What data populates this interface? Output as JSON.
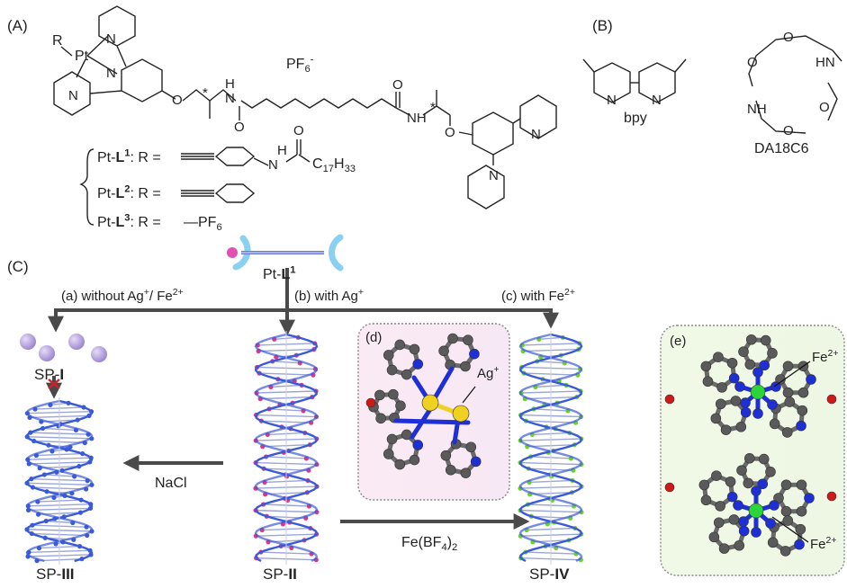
{
  "panels": {
    "a": "(A)",
    "b": "(B)",
    "c": "(C)"
  },
  "structure": {
    "metal": "Pt",
    "r_group": "R",
    "counterion": "PF",
    "counterion_sub": "6",
    "counterion_sup": "-",
    "atom_n": "N",
    "atom_o": "O",
    "atom_h": "H",
    "stereo_mark": "*",
    "amide_nh": "NH",
    "variants": [
      {
        "name": "Pt-",
        "ligand": "L",
        "index": "1",
        "r_eq": ": R =",
        "tail_pre": "C",
        "tail_sub1": "17",
        "tail_mid": "H",
        "tail_sub2": "33"
      },
      {
        "name": "Pt-",
        "ligand": "L",
        "index": "2",
        "r_eq": ": R ="
      },
      {
        "name": "Pt-",
        "ligand": "L",
        "index": "3",
        "r_eq": ": R =",
        "tail_pre": "—PF",
        "tail_sub1": "6"
      }
    ]
  },
  "reagents": {
    "bpy": "bpy",
    "crown": "DA18C6",
    "crown_nh": "NH",
    "crown_hn": "HN",
    "crown_o": "O"
  },
  "scheme": {
    "monomer": {
      "pre": "Pt-",
      "bold": "L",
      "sup": "1"
    },
    "routes": [
      {
        "label": "(a) without Ag",
        "sup1": "+",
        "mid": "/ Fe",
        "sup2": "2+"
      },
      {
        "label": "(b) with Ag",
        "sup1": "+"
      },
      {
        "label": "(c) with Fe",
        "sup1": "2+"
      }
    ],
    "products": {
      "sp1": {
        "pre": "SP-",
        "bold": "I"
      },
      "sp2": {
        "pre": "SP-",
        "bold": "II"
      },
      "sp3": {
        "pre": "SP-",
        "bold": "III"
      },
      "sp4": {
        "pre": "SP-",
        "bold": "IV"
      }
    },
    "reagent_nacl": "NaCl",
    "reagent_fe": {
      "pre": "Fe(BF",
      "sub": "4",
      "post": ")",
      "sub2": "2"
    },
    "inset_d": {
      "tag": "(d)",
      "ion": "Ag",
      "ion_sup": "+"
    },
    "inset_e": {
      "tag": "(e)",
      "ion": "Fe",
      "ion_sup": "2+"
    }
  },
  "colors": {
    "arrow": "#4a4a4a",
    "carbon": "#5a5a5a",
    "nitrogen": "#1f2fd6",
    "silver": "#f0d020",
    "iron": "#2bd43a",
    "oxygen": "#d01818",
    "helix_pink": "#d8388a",
    "helix_blue": "#3a5ad8",
    "helix_green": "#6ad02a",
    "sphere": "#a98fd8"
  }
}
